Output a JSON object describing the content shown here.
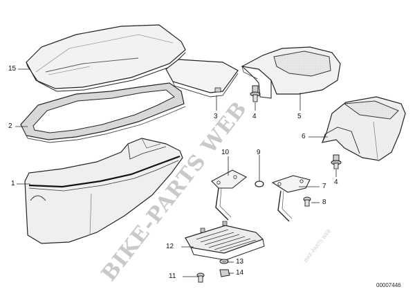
{
  "labels": {
    "l1": "1",
    "l2": "2",
    "l3": "3",
    "l4a": "4",
    "l4b": "4",
    "l5": "5",
    "l6": "6",
    "l7": "7",
    "l8": "8",
    "l9": "9",
    "l10": "10",
    "l11": "11",
    "l12": "12",
    "l13": "13",
    "l14": "14",
    "l15": "15"
  },
  "watermark": {
    "main": "BIKE-PARTS WEB",
    "small": "BIKE-PARTS WEB"
  },
  "diagram_code": "00007446"
}
